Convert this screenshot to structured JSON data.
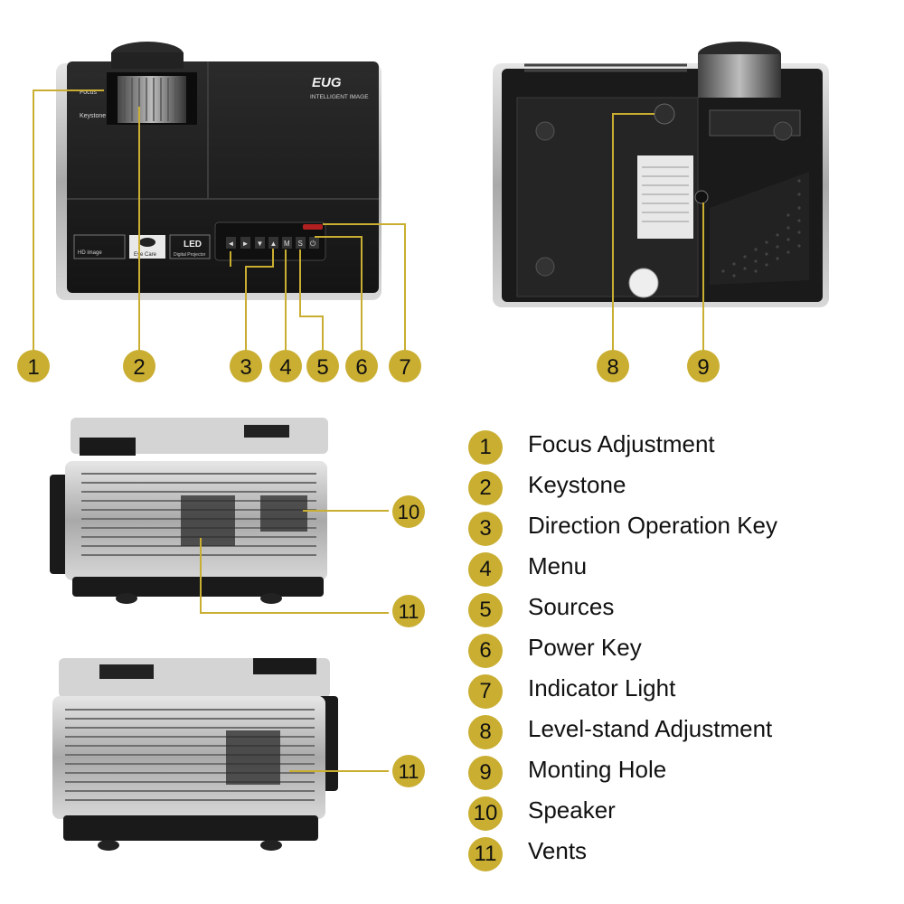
{
  "brand": {
    "logo": "EUG",
    "tagline": "INTELLIGENT IMAGE"
  },
  "panel_labels": {
    "focus": "Focus",
    "keystone": "Keystone",
    "eyecare": "Eye Care",
    "led": "LED",
    "led_sub": "Digital Projector",
    "hd": "HD image"
  },
  "buttons": [
    "◄",
    "►",
    "▼",
    "▲",
    "M",
    "S",
    "⏻"
  ],
  "callouts_top": [
    "1",
    "2",
    "3",
    "4",
    "5",
    "6",
    "7",
    "8",
    "9"
  ],
  "callouts_side": [
    "10",
    "11",
    "11"
  ],
  "legend": [
    {
      "num": "1",
      "label": "Focus Adjustment"
    },
    {
      "num": "2",
      "label": "Keystone"
    },
    {
      "num": "3",
      "label": "Direction Operation Key"
    },
    {
      "num": "4",
      "label": "Menu"
    },
    {
      "num": "5",
      "label": "Sources"
    },
    {
      "num": "6",
      "label": "Power Key"
    },
    {
      "num": "7",
      "label": "Indicator Light"
    },
    {
      "num": "8",
      "label": "Level-stand Adjustment"
    },
    {
      "num": "9",
      "label": "Monting Hole"
    },
    {
      "num": "10",
      "label": "Speaker"
    },
    {
      "num": "11",
      "label": "Vents"
    }
  ],
  "colors": {
    "badge": "#c9ae31",
    "leader": "#c9ae31",
    "body_dark": "#1b1b1b",
    "body_silver": "#b9b9b9"
  }
}
